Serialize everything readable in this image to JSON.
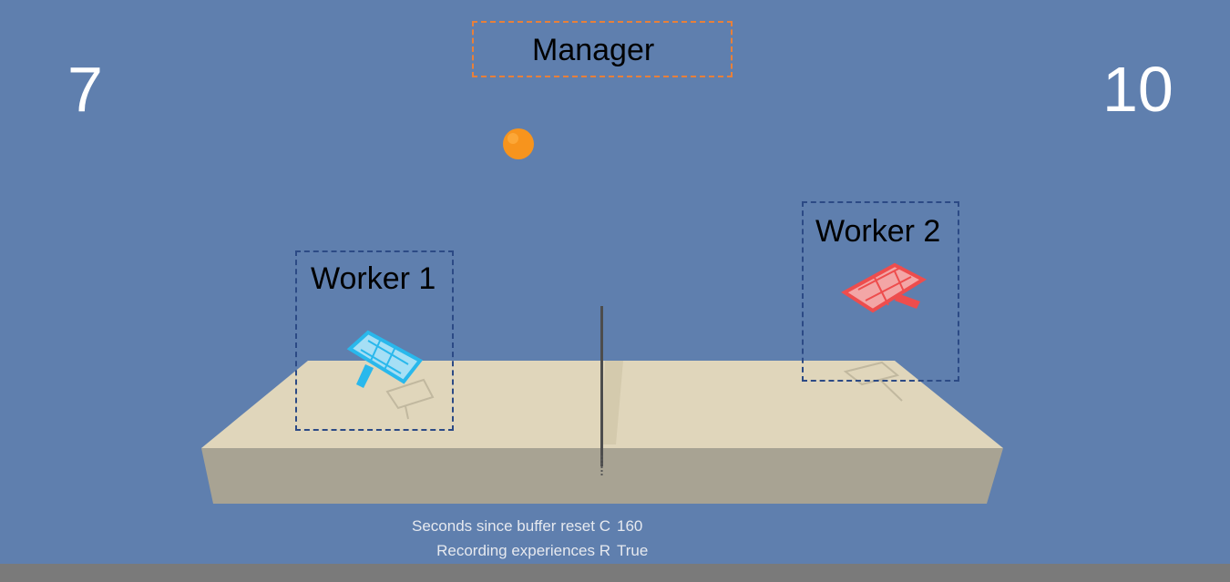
{
  "scores": {
    "left": "7",
    "right": "10"
  },
  "labels": {
    "manager": "Manager",
    "worker1": "Worker 1",
    "worker2": "Worker 2"
  },
  "stats": [
    {
      "label": "Seconds since buffer reset C",
      "value": "160"
    },
    {
      "label": "Recording experiences R",
      "value": "True"
    }
  ],
  "colors": {
    "sky": "#5f7fae",
    "table_top": "#e0d6bb",
    "table_front": "#a8a393",
    "ball": "#f7941d",
    "worker1_paddle": "#29b8ec",
    "worker2_paddle": "#ee4d4d",
    "manager_box": "#e8803a",
    "worker_box": "#2c4a85",
    "net": "#4d4d4d"
  },
  "icons": {
    "ball": "ball-icon",
    "worker1_paddle": "blue-paddle-icon",
    "worker2_paddle": "red-paddle-icon"
  }
}
